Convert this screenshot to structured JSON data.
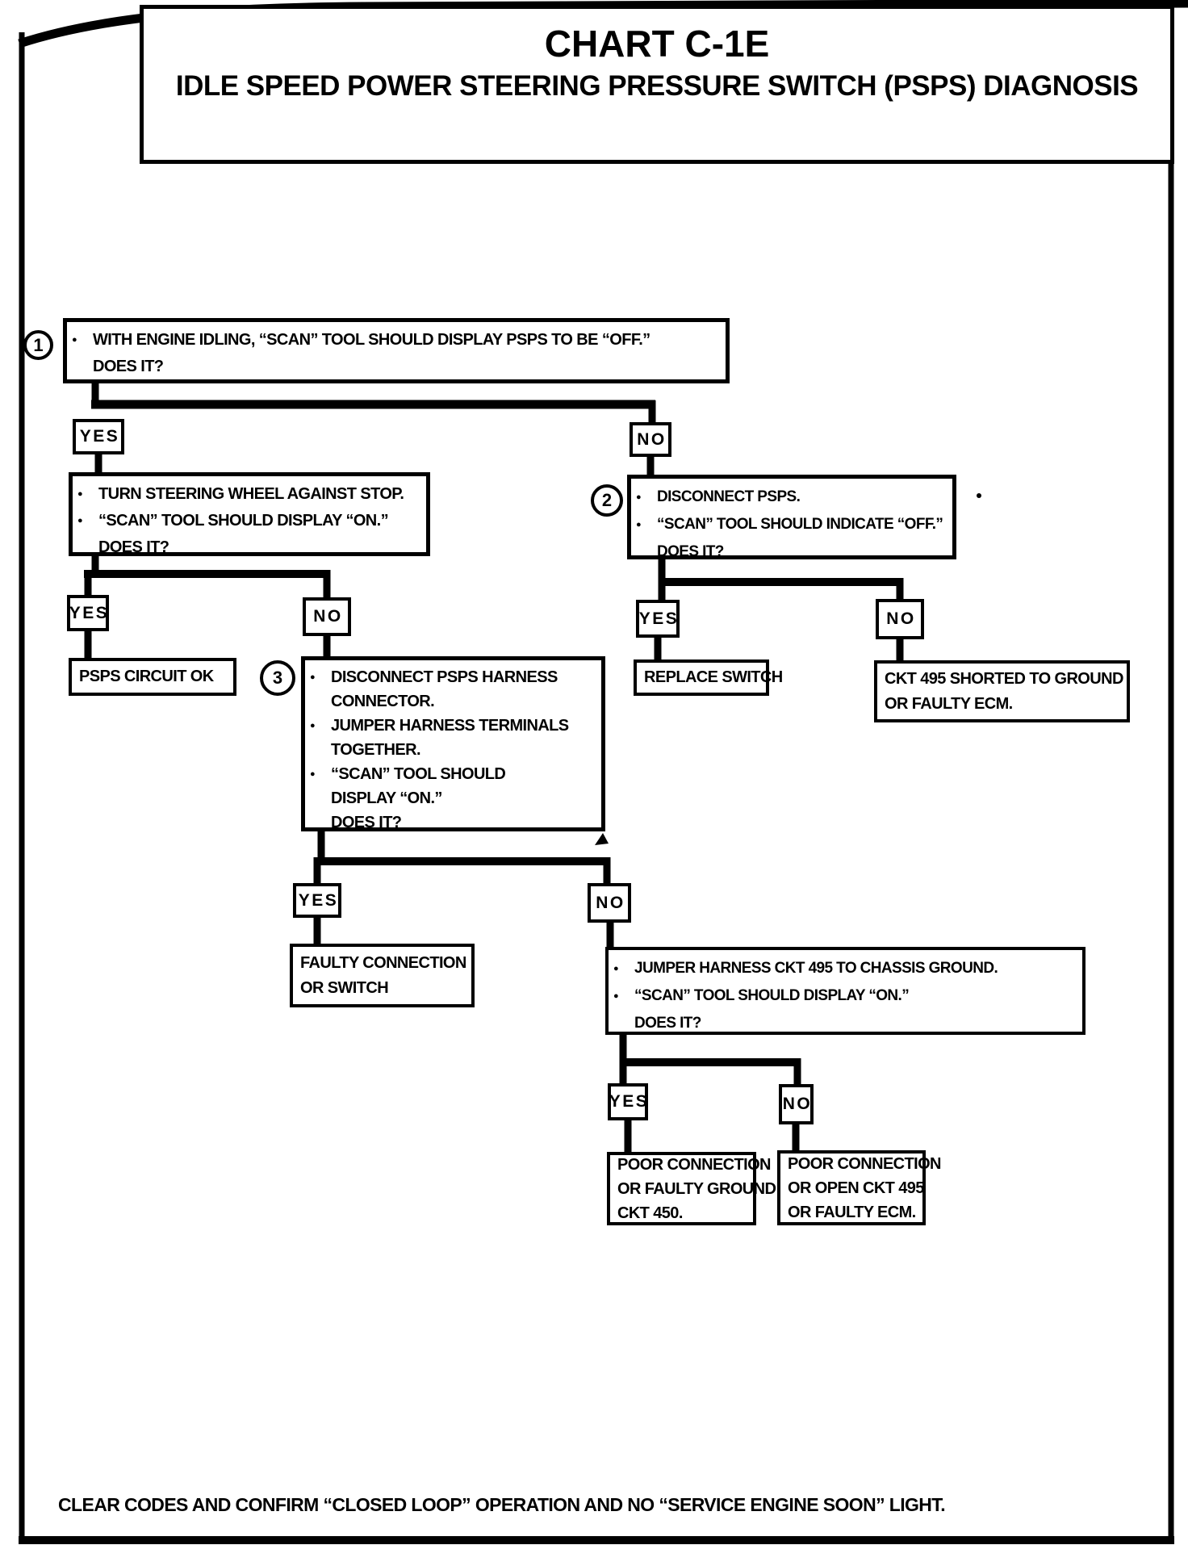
{
  "page": {
    "title": "CHART C-1E",
    "subtitle": "IDLE SPEED POWER STEERING PRESSURE SWITCH (PSPS) DIAGNOSIS",
    "footer": "CLEAR CODES AND CONFIRM “CLOSED LOOP”  OPERATION AND NO “SERVICE ENGINE SOON” LIGHT."
  },
  "labels": {
    "yes": "YES",
    "no": "NO"
  },
  "nodes": {
    "step1": {
      "num": "1",
      "lines": [
        [
          "●",
          "WITH ENGINE IDLING, “SCAN” TOOL SHOULD DISPLAY PSPS TO BE “OFF.”"
        ],
        [
          "",
          "DOES IT?"
        ]
      ]
    },
    "turn": {
      "lines": [
        [
          "●",
          "TURN STEERING WHEEL AGAINST STOP."
        ],
        [
          "●",
          "“SCAN” TOOL SHOULD DISPLAY “ON.”"
        ],
        [
          "",
          "DOES IT?"
        ]
      ]
    },
    "step2": {
      "num": "2",
      "lines": [
        [
          "●",
          "DISCONNECT PSPS."
        ],
        [
          "●",
          "“SCAN” TOOL SHOULD INDICATE “OFF.”"
        ],
        [
          "",
          "DOES IT?"
        ]
      ]
    },
    "psps_ok": {
      "text": "PSPS CIRCUIT OK"
    },
    "step3": {
      "num": "3",
      "lines": [
        [
          "●",
          "DISCONNECT PSPS  HARNESS"
        ],
        [
          "",
          "CONNECTOR."
        ],
        [
          "●",
          "JUMPER HARNESS TERMINALS"
        ],
        [
          "",
          "TOGETHER."
        ],
        [
          "●",
          "“SCAN” TOOL SHOULD"
        ],
        [
          "",
          "DISPLAY “ON.”"
        ],
        [
          "",
          "DOES IT?"
        ]
      ]
    },
    "replace": {
      "text": "REPLACE SWITCH"
    },
    "ckt_shorted": {
      "lines": [
        "CKT 495  SHORTED TO GROUND",
        "OR FAULTY ECM."
      ]
    },
    "faulty": {
      "lines": [
        "FAULTY CONNECTION",
        "OR  SWITCH"
      ]
    },
    "jumper": {
      "lines": [
        [
          "●",
          "JUMPER HARNESS CKT 495 TO CHASSIS GROUND."
        ],
        [
          "●",
          "“SCAN” TOOL SHOULD DISPLAY “ON.”"
        ],
        [
          "",
          "DOES IT?"
        ]
      ]
    },
    "poor_ground": {
      "lines": [
        "POOR CONNECTION",
        "OR FAULTY GROUND",
        "CKT  450."
      ]
    },
    "poor_open": {
      "lines": [
        "POOR CONNECTION",
        "OR OPEN CKT 495",
        "OR FAULTY ECM."
      ]
    }
  }
}
